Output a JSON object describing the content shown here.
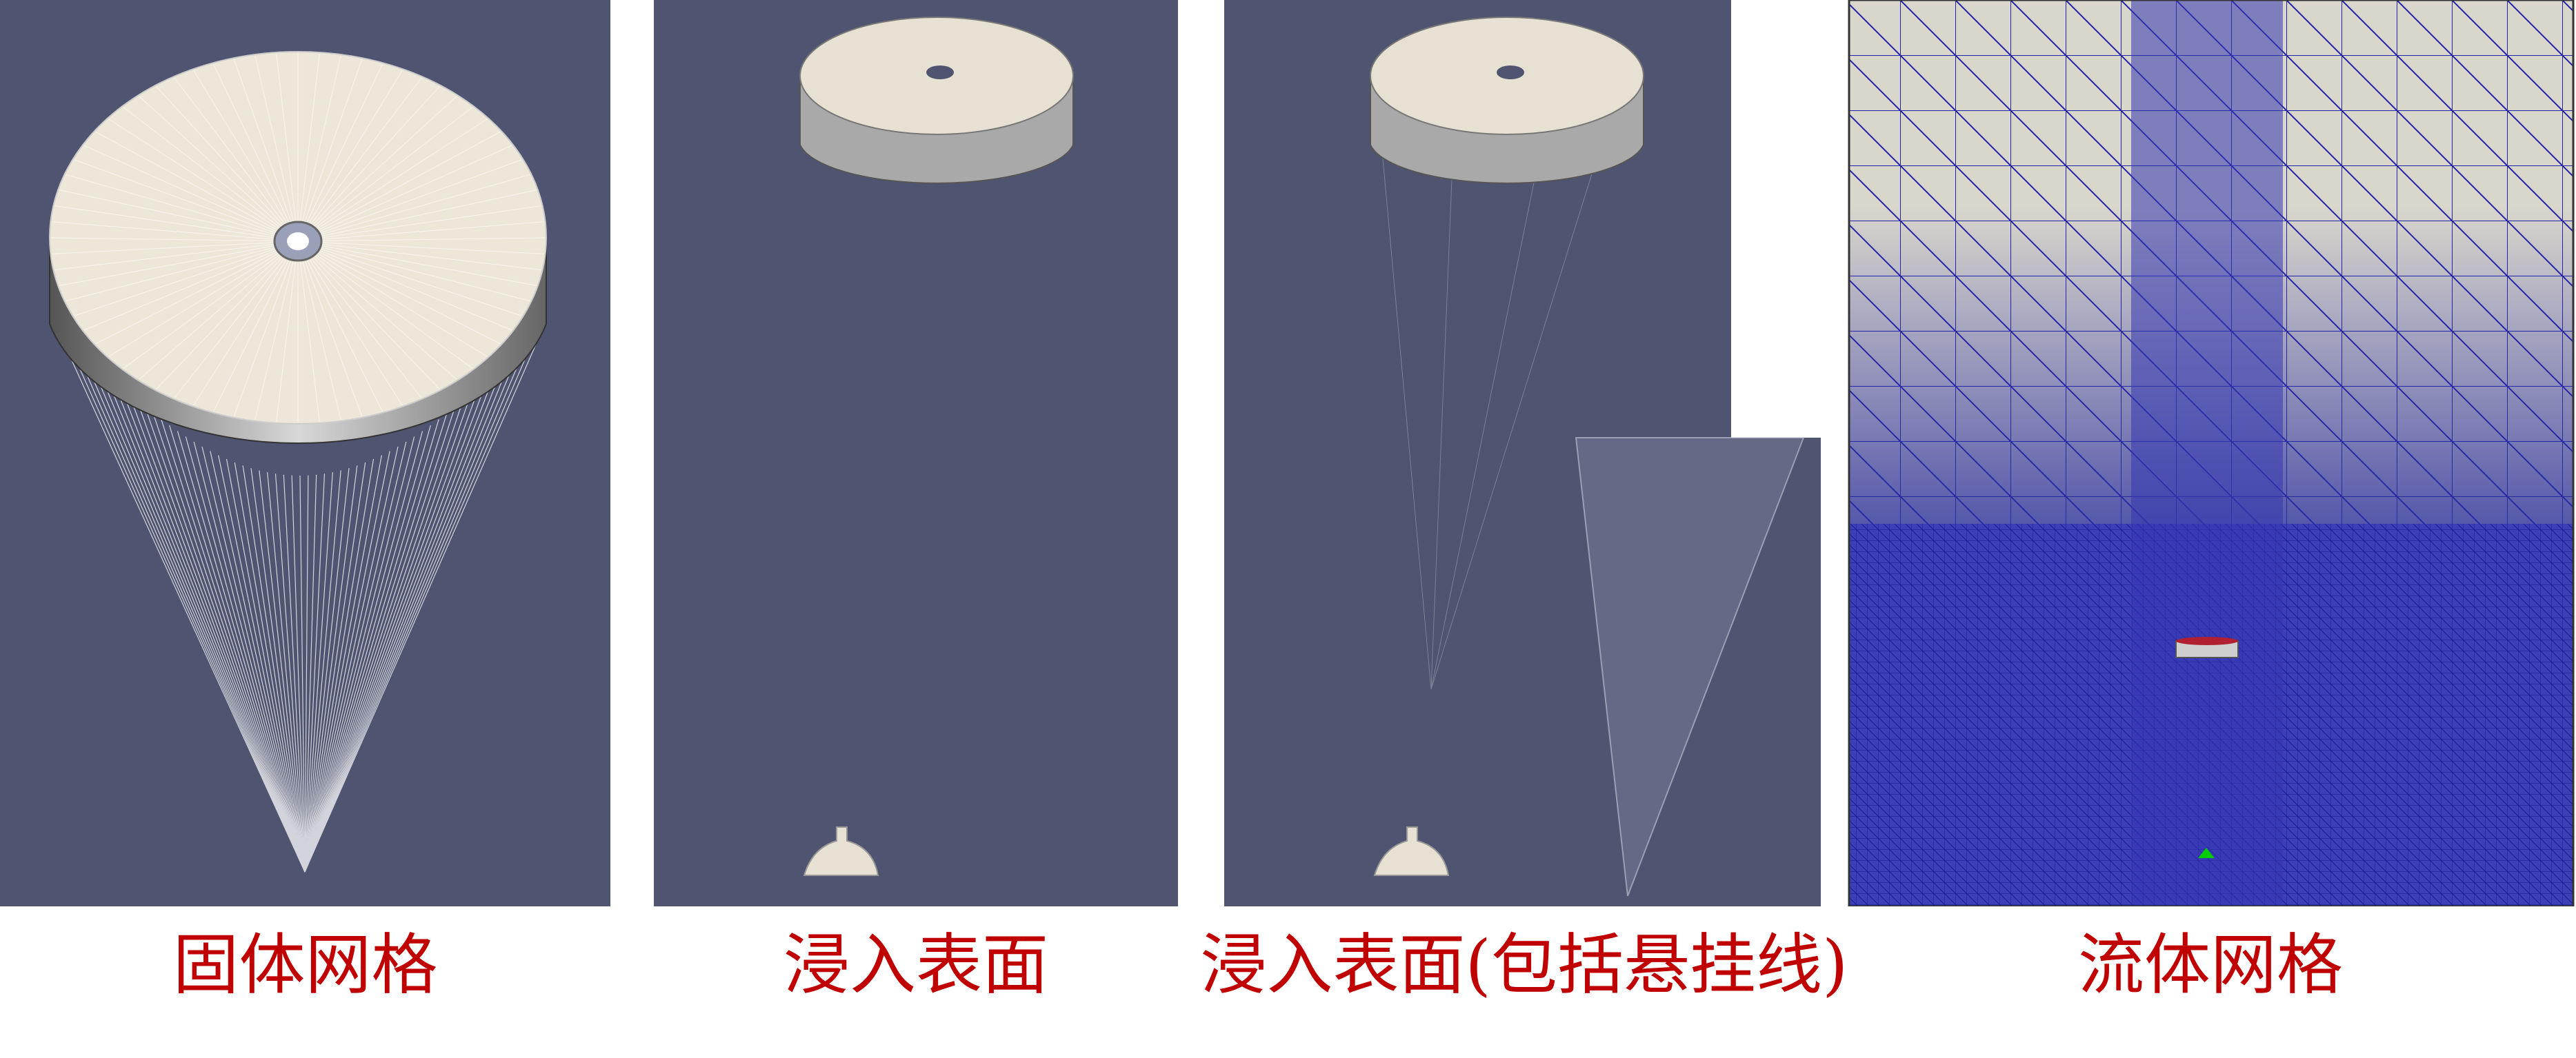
{
  "captions": {
    "panel1": "固体网格",
    "panel2": "浸入表面",
    "panel3": "浸入表面(包括悬挂线)",
    "panel4": "流体网格"
  },
  "colors": {
    "background": "#4f5570",
    "surface": "#e8e3d4",
    "rim": "#a8a8a8",
    "mesh_blue": "#2222aa",
    "caption": "#c00000",
    "marker": "#00cc00"
  }
}
